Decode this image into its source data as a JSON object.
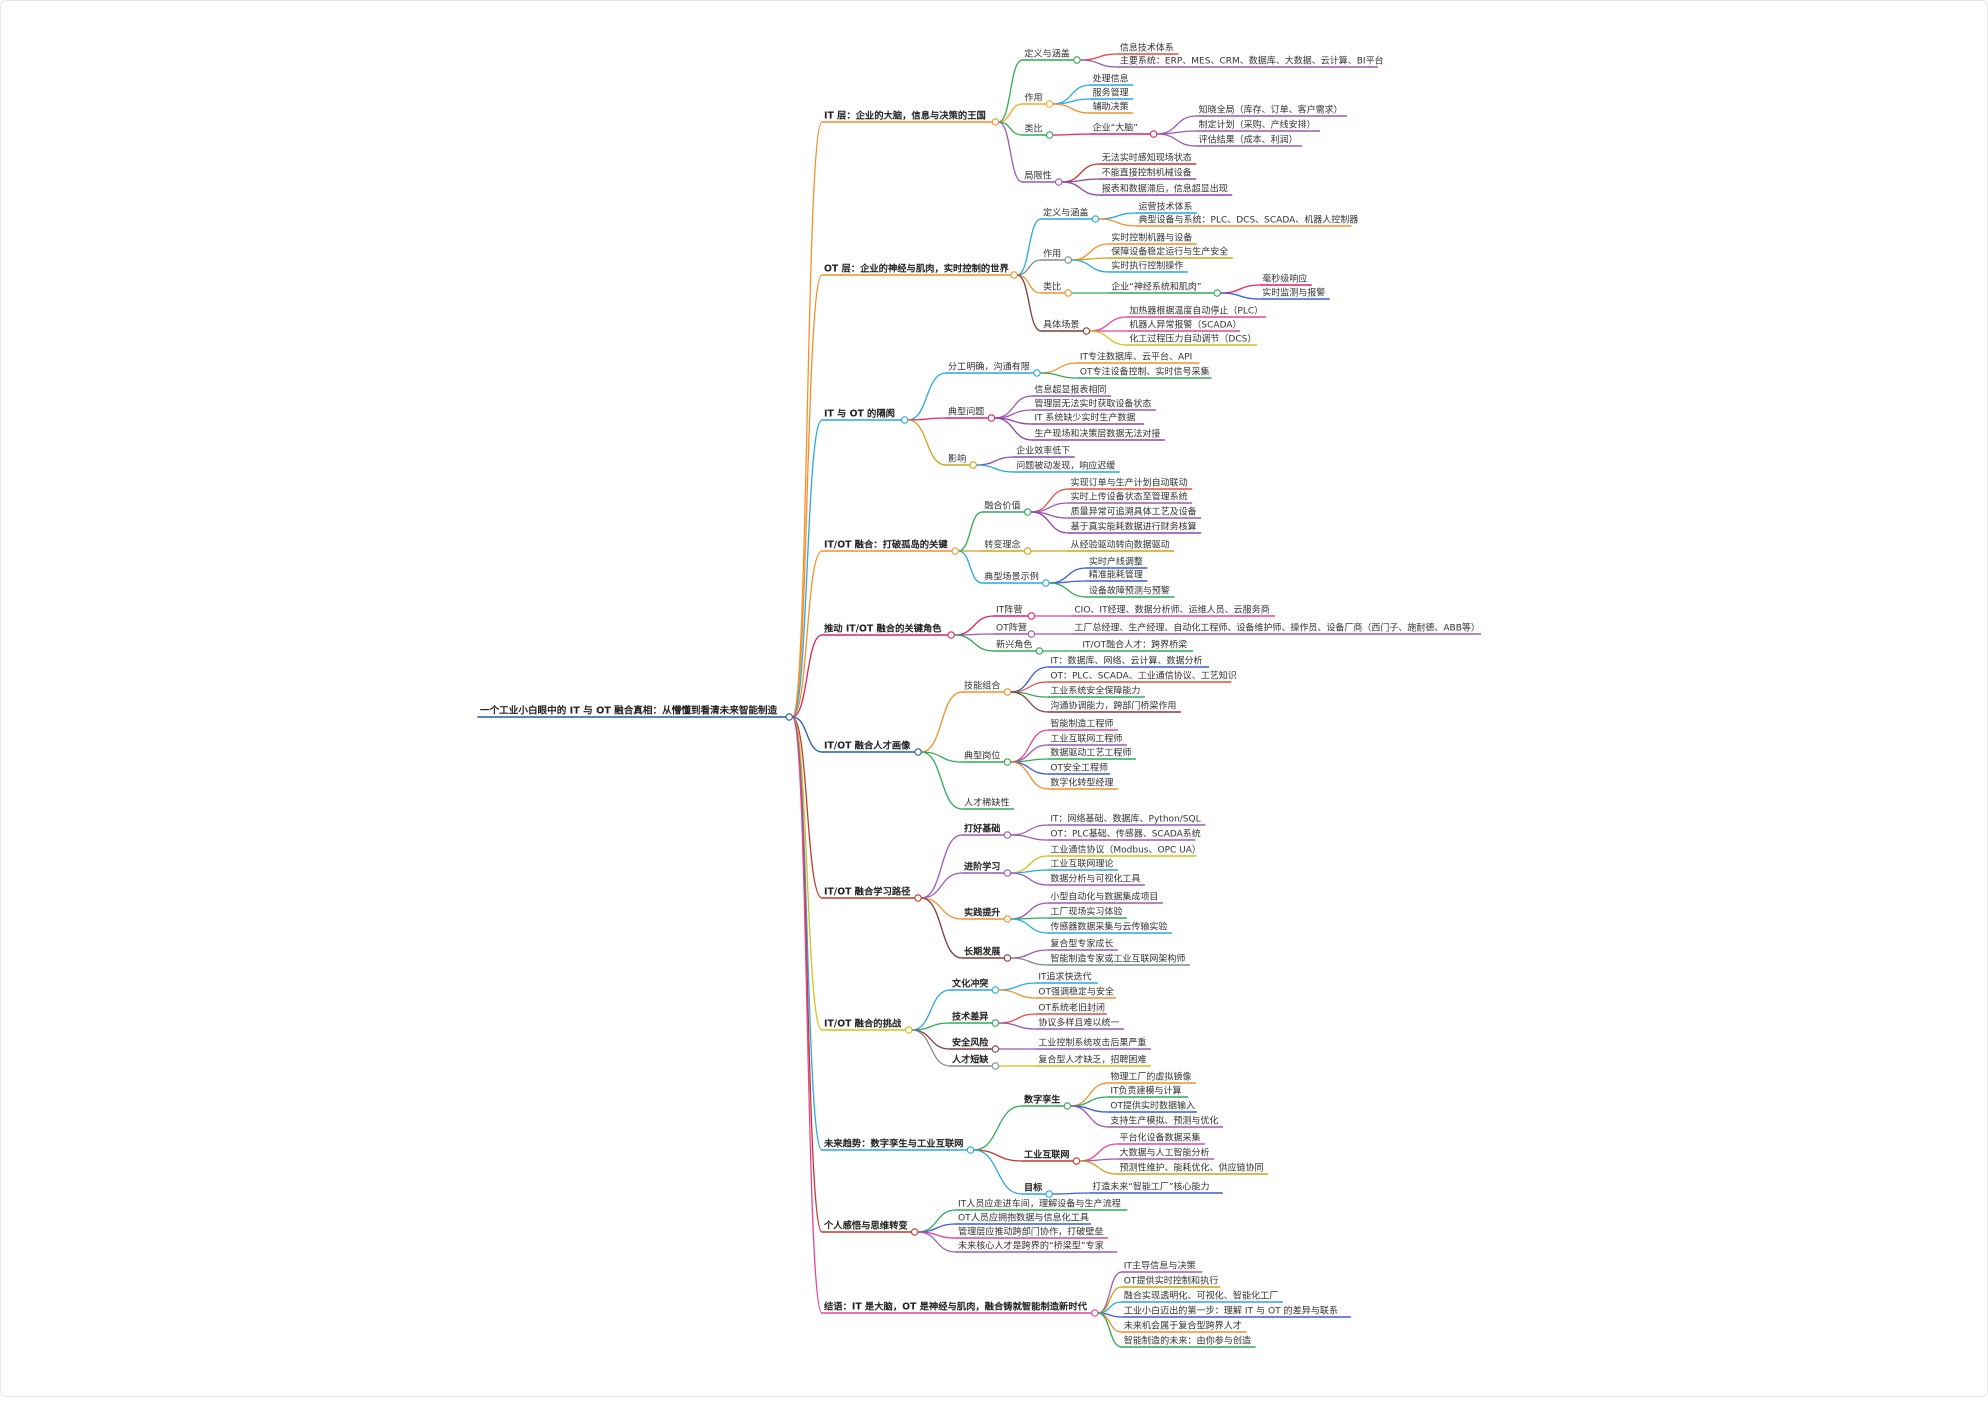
{
  "root": {
    "text": "一个工业小白眼中的 IT 与 OT 融合真相：从懵懂到看清未来智能制造"
  },
  "branches": [
    {
      "text": "IT 层：企业的大脑，信息与决策的王国",
      "color": "#f4902b",
      "children": [
        {
          "text": "定义与涵盖",
          "color": "#2eaa54",
          "children": [
            {
              "text": "信息技术体系",
              "color": "#e74c3c"
            },
            {
              "text": "主要系统：ERP、MES、CRM、数据库、大数据、云计算、BI平台",
              "color": "#9b59b6"
            }
          ]
        },
        {
          "text": "作用",
          "color": "#f5a623",
          "children": [
            {
              "text": "处理信息",
              "color": "#27a9e1"
            },
            {
              "text": "服务管理",
              "color": "#27a9e1"
            },
            {
              "text": "辅助决策",
              "color": "#f4902b"
            }
          ]
        },
        {
          "text": "类比",
          "color": "#2eaa54",
          "children": [
            {
              "text": "企业“大脑”",
              "color": "#e0245e",
              "children": [
                {
                  "text": "知晓全局（库存、订单、客户需求）",
                  "color": "#9b59b6"
                },
                {
                  "text": "制定计划（采购、产线安排）",
                  "color": "#9b59b6"
                },
                {
                  "text": "评估结果（成本、利润）",
                  "color": "#9b59b6"
                }
              ]
            }
          ]
        },
        {
          "text": "局限性",
          "color": "#9b59b6",
          "children": [
            {
              "text": "无法实时感知现场状态",
              "color": "#c0392b"
            },
            {
              "text": "不能直接控制机械设备",
              "color": "#8e44ad"
            },
            {
              "text": "报表和数据滞后，信息超显出现",
              "color": "#8e44ad"
            }
          ]
        }
      ]
    },
    {
      "text": "OT 层：企业的神经与肌肉，实时控制的世界",
      "color": "#f4902b",
      "children": [
        {
          "text": "定义与涵盖",
          "color": "#27a9e1",
          "children": [
            {
              "text": "运营技术体系",
              "color": "#27a9e1"
            },
            {
              "text": "典型设备与系统：PLC、DCS、SCADA、机器人控制器",
              "color": "#f4902b"
            }
          ]
        },
        {
          "text": "作用",
          "color": "#7f8c8d",
          "children": [
            {
              "text": "实时控制机器与设备",
              "color": "#f4902b"
            },
            {
              "text": "保障设备稳定运行与生产安全",
              "color": "#d4a017"
            },
            {
              "text": "实时执行控制操作",
              "color": "#27a9e1"
            }
          ]
        },
        {
          "text": "类比",
          "color": "#f4902b",
          "children": [
            {
              "text": "企业“神经系统和肌肉”",
              "color": "#2eaa54",
              "children": [
                {
                  "text": "毫秒级响应",
                  "color": "#e0245e"
                },
                {
                  "text": "实时监测与报警",
                  "color": "#3b5bdb"
                }
              ]
            }
          ]
        },
        {
          "text": "具体场景",
          "color": "#7f3f3f",
          "children": [
            {
              "text": "加热器根据温度自动停止（PLC）",
              "color": "#e84393"
            },
            {
              "text": "机器人异常报警（SCADA）",
              "color": "#e84393"
            },
            {
              "text": "化工过程压力自动调节（DCS）",
              "color": "#d4c017"
            }
          ]
        }
      ]
    },
    {
      "text": "IT 与 OT 的隔阂",
      "color": "#27a9e1",
      "children": [
        {
          "text": "分工明确，沟通有限",
          "color": "#27a9e1",
          "children": [
            {
              "text": "IT专注数据库、云平台、API",
              "color": "#f4902b"
            },
            {
              "text": "OT专注设备控制、实时信号采集",
              "color": "#2eaa54"
            }
          ]
        },
        {
          "text": "典型问题",
          "color": "#e0245e",
          "children": [
            {
              "text": "信息超显报表相同",
              "color": "#9b59b6"
            },
            {
              "text": "管理层无法实时获取设备状态",
              "color": "#9b59b6"
            },
            {
              "text": "IT 系统缺少实时生产数据",
              "color": "#8e44ad"
            },
            {
              "text": "生产现场和决策层数据无法对接",
              "color": "#8e44ad"
            }
          ]
        },
        {
          "text": "影响",
          "color": "#d4a017",
          "children": [
            {
              "text": "企业效率低下",
              "color": "#8e44ad"
            },
            {
              "text": "问题被动发现，响应迟缓",
              "color": "#27a9e1"
            }
          ]
        }
      ]
    },
    {
      "text": "IT/OT 融合：打破孤岛的关键",
      "color": "#f4902b",
      "children": [
        {
          "text": "融合价值",
          "color": "#2eaa54",
          "children": [
            {
              "text": "实现订单与生产计划自动联动",
              "color": "#e74c3c"
            },
            {
              "text": "实时上传设备状态至管理系统",
              "color": "#9b59b6"
            },
            {
              "text": "质量异常可追溯具体工艺及设备",
              "color": "#9b59b6"
            },
            {
              "text": "基于真实能耗数据进行财务核算",
              "color": "#8e44ad"
            }
          ]
        },
        {
          "text": "转变理念",
          "color": "#d4a017",
          "children": [
            {
              "text": "从经验驱动转向数据驱动",
              "color": "#d4a017"
            }
          ]
        },
        {
          "text": "典型场景示例",
          "color": "#27a9e1",
          "children": [
            {
              "text": "实时产线调整",
              "color": "#3b5bdb"
            },
            {
              "text": "精准能耗管理",
              "color": "#3b5bdb"
            },
            {
              "text": "设备故障预测与预警",
              "color": "#2eaa54"
            }
          ]
        }
      ]
    },
    {
      "text": "推动 IT/OT 融合的关键角色",
      "color": "#e0245e",
      "children": [
        {
          "text": "IT阵营",
          "color": "#e0245e",
          "children": [
            {
              "text": "CIO、IT经理、数据分析师、运维人员、云服务商",
              "color": "#e84393"
            }
          ]
        },
        {
          "text": "OT阵营",
          "color": "#9b59b6",
          "children": [
            {
              "text": "工厂总经理、生产经理、自动化工程师、设备维护师、操作员、设备厂商（西门子、施耐德、ABB等）",
              "color": "#9b59b6"
            }
          ]
        },
        {
          "text": "新兴角色",
          "color": "#2eaa54",
          "children": [
            {
              "text": "IT/OT融合人才：跨界桥梁",
              "color": "#2eaa54"
            }
          ]
        }
      ]
    },
    {
      "text": "IT/OT 融合人才画像",
      "color": "#1f5fa8",
      "children": [
        {
          "text": "技能组合",
          "color": "#f4902b",
          "children": [
            {
              "text": "IT：数据库、网络、云计算、数据分析",
              "color": "#3b5bdb"
            },
            {
              "text": "OT：PLC、SCADA、工业通信协议、工艺知识",
              "color": "#e74c3c"
            },
            {
              "text": "工业系统安全保障能力",
              "color": "#2eaa54"
            },
            {
              "text": "沟通协调能力，跨部门桥梁作用",
              "color": "#7f3f3f"
            }
          ]
        },
        {
          "text": "典型岗位",
          "color": "#2eaa54",
          "children": [
            {
              "text": "智能制造工程师",
              "color": "#e84393"
            },
            {
              "text": "工业互联网工程师",
              "color": "#9b59b6"
            },
            {
              "text": "数据驱动工艺工程师",
              "color": "#2eaa54"
            },
            {
              "text": "OT安全工程师",
              "color": "#3b5bdb"
            },
            {
              "text": "数字化转型经理",
              "color": "#f4902b"
            }
          ]
        },
        {
          "text": "人才稀缺性",
          "color": "#2eaa54",
          "children": []
        }
      ]
    },
    {
      "text": "IT/OT 融合学习路径",
      "color": "#c0392b",
      "children": [
        {
          "text": "打好基础",
          "bold": true,
          "color": "#9b59b6",
          "children": [
            {
              "text": "IT：网络基础、数据库、Python/SQL",
              "color": "#9b59b6"
            },
            {
              "text": "OT：PLC基础、传感器、SCADA系统",
              "color": "#9b59b6"
            }
          ]
        },
        {
          "text": "进阶学习",
          "bold": true,
          "color": "#9b59b6",
          "children": [
            {
              "text": "工业通信协议（Modbus、OPC UA）",
              "color": "#d4c017"
            },
            {
              "text": "工业互联网理论",
              "color": "#27a9e1"
            },
            {
              "text": "数据分析与可视化工具",
              "color": "#9b59b6"
            }
          ]
        },
        {
          "text": "实践提升",
          "bold": true,
          "color": "#f4902b",
          "children": [
            {
              "text": "小型自动化与数据集成项目",
              "color": "#9b59b6"
            },
            {
              "text": "工厂现场实习体验",
              "color": "#2eaa54"
            },
            {
              "text": "传感器数据采集与云传输实验",
              "color": "#27a9e1"
            }
          ]
        },
        {
          "text": "长期发展",
          "bold": true,
          "color": "#7f3f3f",
          "children": [
            {
              "text": "复合型专家成长",
              "color": "#9b59b6"
            },
            {
              "text": "智能制造专家或工业互联网架构师",
              "color": "#7f8c8d"
            }
          ]
        }
      ]
    },
    {
      "text": "IT/OT 融合的挑战",
      "color": "#d4c017",
      "children": [
        {
          "text": "文化冲突",
          "bold": true,
          "color": "#27a9e1",
          "children": [
            {
              "text": "IT追求快迭代",
              "color": "#27a9e1"
            },
            {
              "text": "OT强调稳定与安全",
              "color": "#f4902b"
            }
          ]
        },
        {
          "text": "技术差异",
          "bold": true,
          "color": "#2eaa54",
          "children": [
            {
              "text": "OT系统老旧封闭",
              "color": "#e74c3c"
            },
            {
              "text": "协议多样且难以统一",
              "color": "#9b59b6"
            }
          ]
        },
        {
          "text": "安全风险",
          "bold": true,
          "color": "#7f3f3f",
          "children": [
            {
              "text": "工业控制系统攻击后果严重",
              "color": "#9b59b6"
            }
          ]
        },
        {
          "text": "人才短缺",
          "bold": true,
          "color": "#7f8c8d",
          "children": [
            {
              "text": "复合型人才缺乏，招聘困难",
              "color": "#d4c017"
            }
          ]
        }
      ]
    },
    {
      "text": "未来趋势：数字孪生与工业互联网",
      "color": "#27a9e1",
      "children": [
        {
          "text": "数字孪生",
          "bold": true,
          "color": "#2eaa54",
          "children": [
            {
              "text": "物理工厂的虚拟镜像",
              "color": "#f4902b"
            },
            {
              "text": "IT负责建模与计算",
              "color": "#2eaa54"
            },
            {
              "text": "OT提供实时数据输入",
              "color": "#3b5bdb"
            },
            {
              "text": "支持生产模拟、预测与优化",
              "color": "#9b59b6"
            }
          ]
        },
        {
          "text": "工业互联网",
          "bold": true,
          "color": "#c0392b",
          "children": [
            {
              "text": "平台化设备数据采集",
              "color": "#e84393"
            },
            {
              "text": "大数据与人工智能分析",
              "color": "#9b59b6"
            },
            {
              "text": "预测性维护、能耗优化、供应链协同",
              "color": "#d4a017"
            }
          ]
        },
        {
          "text": "目标",
          "bold": true,
          "color": "#27a9e1",
          "children": [
            {
              "text": "打造未来“智能工厂”核心能力",
              "color": "#3b5bdb"
            }
          ]
        }
      ]
    },
    {
      "text": "个人感悟与思维转变",
      "color": "#c0392b",
      "children": [
        {
          "text": "IT人员应走进车间，理解设备与生产流程",
          "color": "#2eaa54",
          "children": []
        },
        {
          "text": "OT人员应拥抱数据与信息化工具",
          "color": "#3b5bdb",
          "children": []
        },
        {
          "text": "管理层应推动跨部门协作，打破壁垒",
          "color": "#e84393",
          "children": []
        },
        {
          "text": "未来核心人才是跨界的“桥梁型”专家",
          "color": "#9b59b6",
          "children": []
        }
      ]
    },
    {
      "text": "结语：IT 是大脑，OT 是神经与肌肉，融合铸就智能制造新时代",
      "color": "#e84393",
      "children": [
        {
          "text": "IT主导信息与决策",
          "color": "#9b59b6",
          "children": []
        },
        {
          "text": "OT提供实时控制和执行",
          "color": "#d4a017",
          "children": []
        },
        {
          "text": "融合实现透明化、可视化、智能化工厂",
          "color": "#27a9e1",
          "children": []
        },
        {
          "text": "工业小白迈出的第一步：理解 IT 与 OT 的差异与联系",
          "color": "#3b5bdb",
          "children": []
        },
        {
          "text": "未来机会属于复合型跨界人才",
          "color": "#f4902b",
          "children": []
        },
        {
          "text": "智能制造的未来：由你参与创造",
          "color": "#2eaa54",
          "children": []
        }
      ]
    }
  ]
}
